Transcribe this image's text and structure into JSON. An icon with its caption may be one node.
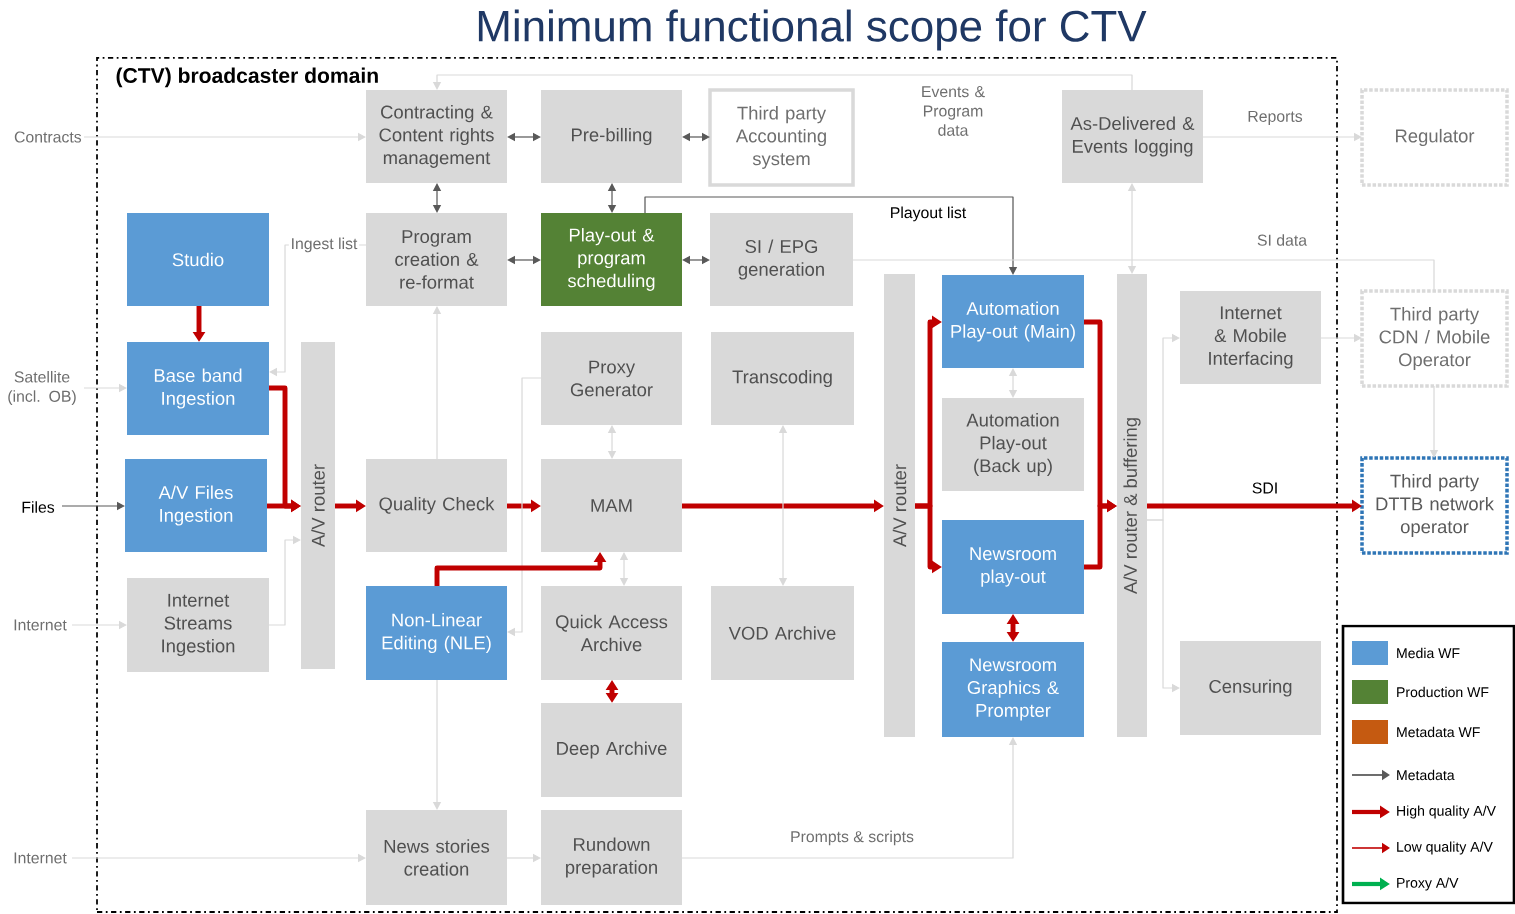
{
  "diagram": {
    "title": "Minimum functional scope for CTV",
    "nodes": [
      {
        "text": [
          "(CTV) broadcaster domain"
        ]
      },
      {
        "text": [
          "Contracting & Content rights management"
        ],
        "in": 0
      },
      {
        "text": [
          "Pre-billing"
        ],
        "in": 0
      },
      {
        "text": [
          "Third party Accounting system"
        ],
        "in": 0
      },
      {
        "text": [
          "As-Delivered & Events logging"
        ],
        "in": 0
      },
      {
        "text": [
          "Regulator"
        ]
      },
      {
        "text": [
          "Studio"
        ],
        "in": 0
      },
      {
        "text": [
          "Program creation & re-format"
        ],
        "in": 0
      },
      {
        "text": [
          "Play-out & program scheduling"
        ],
        "in": 0
      },
      {
        "text": [
          "SI / EPG generation"
        ],
        "in": 0
      },
      {
        "text": [
          "Automation Play-out (Main)"
        ],
        "in": 0
      },
      {
        "text": [
          "A/V router"
        ],
        "in": 0
      },
      {
        "text": [
          "A/V router"
        ],
        "in": 0
      },
      {
        "text": [
          "A/V router & buffering"
        ],
        "in": 0
      },
      {
        "text": [
          "Internet & Mobile Interfacing"
        ],
        "in": 0
      },
      {
        "text": [
          "Third party CDN / Mobile Operator"
        ]
      },
      {
        "text": [
          "Base band Ingestion"
        ],
        "in": 0
      },
      {
        "text": [
          "Proxy Generator"
        ],
        "in": 0
      },
      {
        "text": [
          "Transcoding"
        ],
        "in": 0
      },
      {
        "text": [
          "Automation Play-out (Back up)"
        ],
        "in": 0
      },
      {
        "text": [
          "A/V Files Ingestion"
        ],
        "in": 0
      },
      {
        "text": [
          "Quality Check"
        ],
        "in": 0
      },
      {
        "text": [
          "MAM"
        ],
        "in": 0
      },
      {
        "text": [
          "Newsroom play-out"
        ],
        "in": 0
      },
      {
        "text": [
          "Third party DTTB network operator"
        ]
      },
      {
        "text": [
          "Internet Streams Ingestion"
        ],
        "in": 0
      },
      {
        "text": [
          "Non-Linear Editing (NLE)"
        ],
        "in": 0
      },
      {
        "text": [
          "Quick Access Archive"
        ],
        "in": 0
      },
      {
        "text": [
          "VOD Archive"
        ],
        "in": 0
      },
      {
        "text": [
          "Censuring"
        ],
        "in": 0
      },
      {
        "text": [
          "Newsroom Graphics & Prompter"
        ],
        "in": 0
      },
      {
        "text": [
          "Deep Archive"
        ],
        "in": 0
      },
      {
        "text": [
          "News stories creation"
        ],
        "in": 0
      },
      {
        "text": [
          "Rundown preparation"
        ],
        "in": 0
      },
      {
        "text": [
          "Contracts"
        ]
      },
      {
        "text": [
          "Satellite (incl. OB)"
        ]
      },
      {
        "text": [
          "Files"
        ]
      },
      {
        "text": [
          "Internet"
        ]
      },
      {
        "text": [
          "Internet"
        ]
      }
    ],
    "edges": [
      {
        "from": 34,
        "to": 1,
        "arrow": "to"
      },
      {
        "from": 1,
        "to": 2,
        "arrow": "both",
        "color": "#595959"
      },
      {
        "from": 2,
        "to": 3,
        "arrow": "both",
        "color": "#595959"
      },
      {
        "from": 1,
        "to": 7,
        "arrow": "both",
        "color": "#595959"
      },
      {
        "from": 7,
        "to": 8,
        "arrow": "both",
        "color": "#595959"
      },
      {
        "from": 8,
        "to": 9,
        "arrow": "both",
        "color": "#595959"
      },
      {
        "from": 2,
        "to": 8,
        "arrow": "both",
        "color": "#595959"
      },
      {
        "from": 8,
        "to": 10,
        "arrow": "to",
        "color": "#595959",
        "label": "Playout list"
      },
      {
        "from": 4,
        "to": 1,
        "arrow": "to",
        "label": "Events & Program data"
      },
      {
        "from": 4,
        "to": 5,
        "arrow": "to",
        "label": "Reports"
      },
      {
        "from": 4,
        "to": 13,
        "arrow": "both"
      },
      {
        "from": 9,
        "to": 15,
        "arrow": "none",
        "label": "SI data"
      },
      {
        "from": 15,
        "to": 24,
        "arrow": "to"
      },
      {
        "from": 14,
        "to": 15,
        "arrow": "to"
      },
      {
        "from": 13,
        "to": 14,
        "arrow": "to"
      },
      {
        "from": 13,
        "to": 29,
        "arrow": "to"
      },
      {
        "from": 6,
        "to": 16,
        "arrow": "to",
        "style": "thick",
        "color": "#c00000"
      },
      {
        "from": 35,
        "to": 16,
        "arrow": "to"
      },
      {
        "from": 36,
        "to": 20,
        "arrow": "to",
        "color": "#595959"
      },
      {
        "from": 37,
        "to": 25,
        "arrow": "to"
      },
      {
        "from": 38,
        "to": 32,
        "arrow": "to"
      },
      {
        "from": 16,
        "to": 11,
        "arrow": "to",
        "style": "thick",
        "color": "#c00000"
      },
      {
        "from": 20,
        "to": 11,
        "arrow": "to",
        "style": "thick",
        "color": "#c00000"
      },
      {
        "from": 7,
        "to": 16,
        "arrow": "to",
        "label": "Ingest list"
      },
      {
        "from": 25,
        "to": 11,
        "arrow": "to"
      },
      {
        "from": 11,
        "to": 21,
        "arrow": "to",
        "style": "thick",
        "color": "#c00000"
      },
      {
        "from": 21,
        "to": 22,
        "arrow": "to",
        "style": "thick",
        "color": "#c00000"
      },
      {
        "from": 21,
        "to": 7,
        "arrow": "to"
      },
      {
        "from": 17,
        "to": 26,
        "arrow": "to"
      },
      {
        "from": 17,
        "to": 22,
        "arrow": "both"
      },
      {
        "from": 22,
        "to": 12,
        "arrow": "to",
        "style": "thick",
        "color": "#c00000"
      },
      {
        "from": 26,
        "to": 22,
        "arrow": "to",
        "style": "thick",
        "color": "#c00000"
      },
      {
        "from": 22,
        "to": 27,
        "arrow": "both"
      },
      {
        "from": 27,
        "to": 31,
        "arrow": "both",
        "style": "thick",
        "color": "#c00000"
      },
      {
        "from": 18,
        "to": 28,
        "arrow": "both"
      },
      {
        "from": 26,
        "to": 32,
        "arrow": "to"
      },
      {
        "from": 32,
        "to": 33,
        "arrow": "to"
      },
      {
        "from": 33,
        "to": 30,
        "arrow": "to",
        "label": "Prompts & scripts"
      },
      {
        "from": 12,
        "to": 10,
        "arrow": "to",
        "style": "thick",
        "color": "#c00000"
      },
      {
        "from": 12,
        "to": 23,
        "arrow": "to",
        "style": "thick",
        "color": "#c00000"
      },
      {
        "from": 10,
        "to": 13,
        "arrow": "to",
        "style": "thick",
        "color": "#c00000"
      },
      {
        "from": 23,
        "to": 13,
        "arrow": "to",
        "style": "thick",
        "color": "#c00000"
      },
      {
        "from": 10,
        "to": 19,
        "arrow": "both"
      },
      {
        "from": 23,
        "to": 30,
        "arrow": "both",
        "style": "thick",
        "color": "#c00000"
      },
      {
        "from": 13,
        "to": 24,
        "arrow": "to",
        "style": "thick",
        "color": "#c00000",
        "label": "SDI"
      }
    ],
    "legend": [
      {
        "text": "Media WF",
        "color": "#5b9bd5"
      },
      {
        "text": "Production WF",
        "color": "#548235"
      },
      {
        "text": "Metadata WF",
        "color": "#c55a11"
      },
      {
        "text": "Metadata"
      },
      {
        "text": "High quality A/V"
      },
      {
        "text": "Low quality A/V"
      },
      {
        "text": "Proxy A/V"
      }
    ]
  }
}
